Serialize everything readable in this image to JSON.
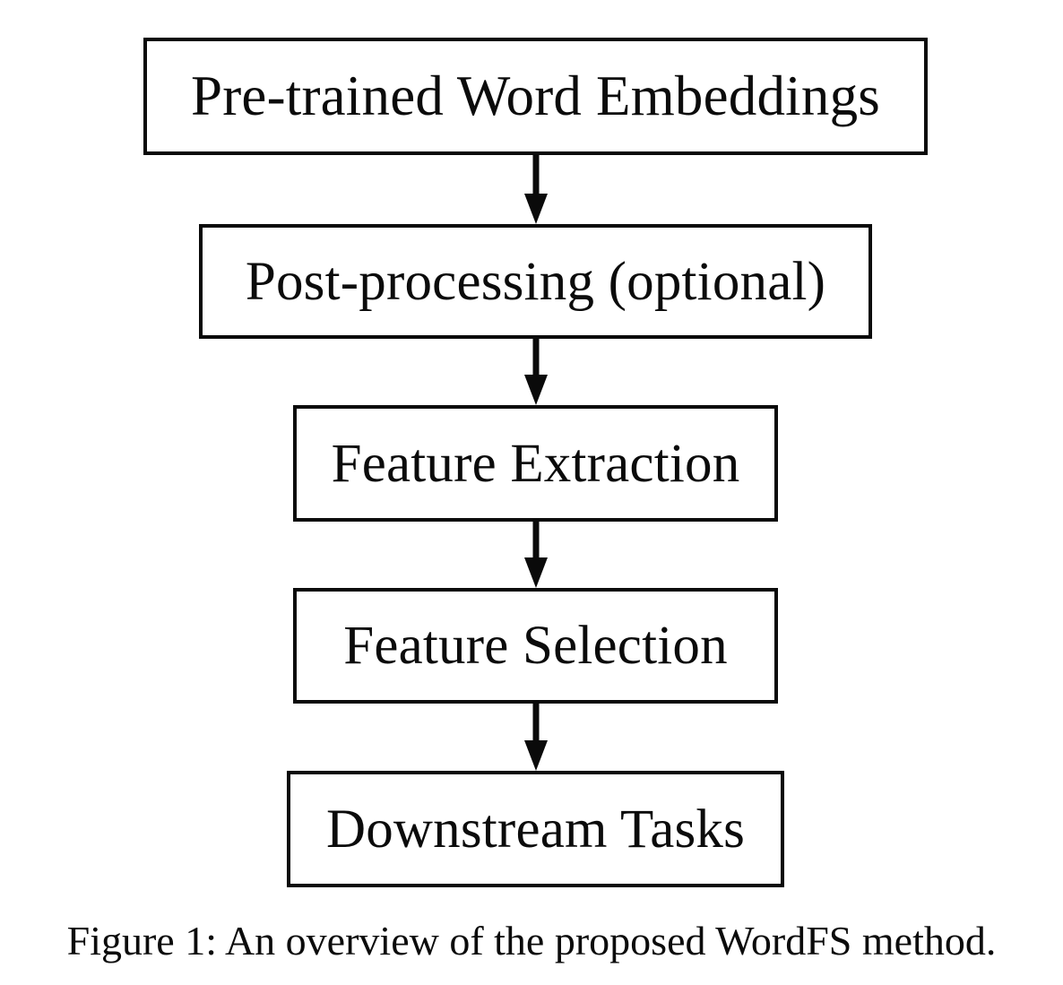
{
  "figure": {
    "caption": "Figure 1: An overview of the proposed WordFS method.",
    "background_color": "#ffffff",
    "stroke_color": "#0a0a0a",
    "text_color": "#0b0b0b"
  },
  "diagram": {
    "type": "flowchart",
    "orientation": "top-to-bottom",
    "nodes": [
      {
        "id": "pre-trained-word-embeddings",
        "label": "Pre-trained Word Embeddings"
      },
      {
        "id": "post-processing-optional",
        "label": "Post-processing (optional)"
      },
      {
        "id": "feature-extraction",
        "label": "Feature Extraction"
      },
      {
        "id": "feature-selection",
        "label": "Feature Selection"
      },
      {
        "id": "downstream-tasks",
        "label": "Downstream Tasks"
      }
    ],
    "edges": [
      {
        "from": "pre-trained-word-embeddings",
        "to": "post-processing-optional",
        "style": "solid-arrow"
      },
      {
        "from": "post-processing-optional",
        "to": "feature-extraction",
        "style": "solid-arrow"
      },
      {
        "from": "feature-extraction",
        "to": "feature-selection",
        "style": "solid-arrow"
      },
      {
        "from": "feature-selection",
        "to": "downstream-tasks",
        "style": "solid-arrow"
      }
    ]
  }
}
